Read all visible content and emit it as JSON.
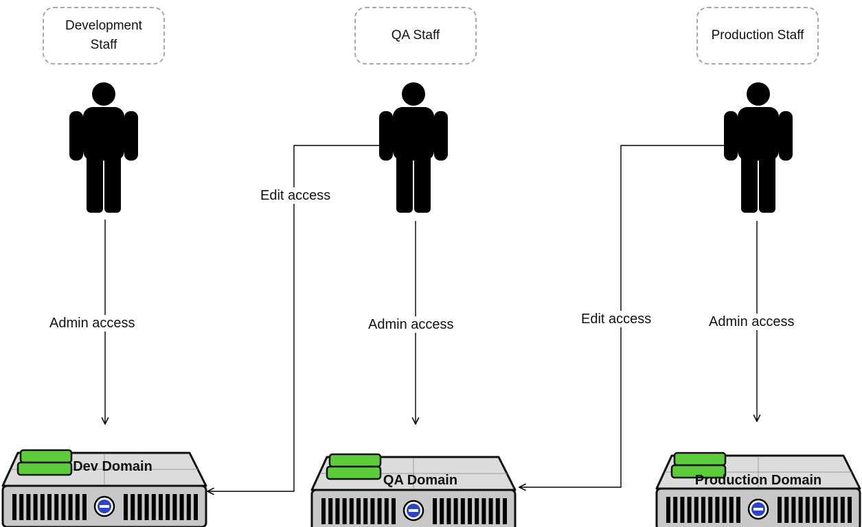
{
  "roles": [
    {
      "id": "dev",
      "label": "Development Staff"
    },
    {
      "id": "qa",
      "label": "QA Staff"
    },
    {
      "id": "prod",
      "label": "Production Staff"
    }
  ],
  "servers": [
    {
      "id": "dev",
      "label": "Dev Domain"
    },
    {
      "id": "qa",
      "label": "QA Domain"
    },
    {
      "id": "prod",
      "label": "Production Domain"
    }
  ],
  "edges": [
    {
      "from": "dev",
      "to": "dev",
      "label": "Admin access"
    },
    {
      "from": "qa",
      "to": "qa",
      "label": "Admin access"
    },
    {
      "from": "prod",
      "to": "prod",
      "label": "Admin access"
    },
    {
      "from": "qa",
      "to": "dev",
      "label": "Edit access"
    },
    {
      "from": "prod",
      "to": "qa",
      "label": "Edit access"
    }
  ],
  "colors": {
    "server_body": "#c8c8c8",
    "server_top": "#dcdcdc",
    "server_outline": "#111111",
    "drive_green": "#5ccc3a",
    "badge_blue": "#2b45c8",
    "role_border": "#a8a8a8",
    "line": "#000000"
  },
  "icons": {
    "person": "person-icon",
    "server": "server-icon"
  }
}
